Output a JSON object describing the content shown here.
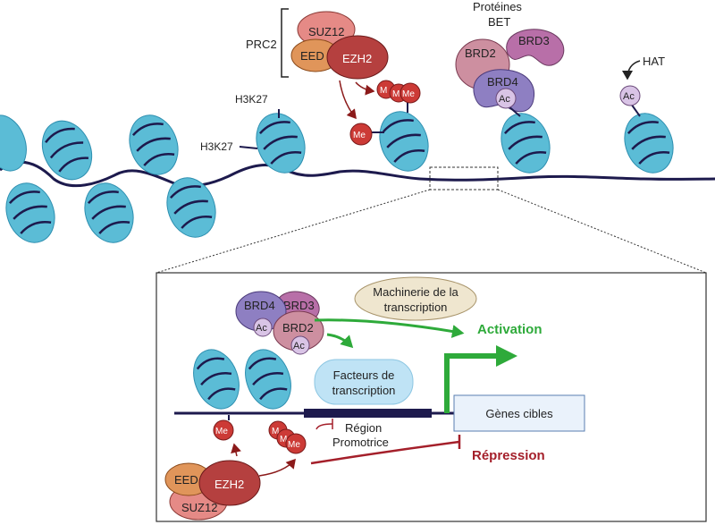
{
  "labels": {
    "prc2": "PRC2",
    "suz12": "SUZ12",
    "eed": "EED",
    "ezh2": "EZH2",
    "proteines": "Protéines",
    "bet": "BET",
    "brd2": "BRD2",
    "brd3": "BRD3",
    "brd4": "BRD4",
    "ac": "Ac",
    "me": "Me",
    "me_short": "M",
    "hat": "HAT",
    "h3k27": "H3K27"
  },
  "inset": {
    "machinerie_line1": "Machinerie de la",
    "machinerie_line2": "transcription",
    "activation": "Activation",
    "facteurs_line1": "Facteurs de",
    "facteurs_line2": "transcription",
    "genes_cibles": "Gènes cibles",
    "region_line1": "Région",
    "region_line2": "Promotrice",
    "repression": "Répression"
  },
  "colors": {
    "nucleosome": "#5bbcd6",
    "nucleosome_dark": "#2e8fb0",
    "dna": "#1d1a4d",
    "suz12": "#e58a86",
    "eed": "#e0955a",
    "ezh2": "#b5403f",
    "me": "#cc3a36",
    "brd2": "#cd8fa0",
    "brd3": "#b86fa8",
    "brd4": "#8e7fc2",
    "ac": "#d9c4e6",
    "activation": "#2eaa3a",
    "repression": "#a41f2a",
    "arrow_dark_red": "#8b1a1a",
    "machinerie_bg": "#efe6cf",
    "facteurs_bg": "#bfe3f5"
  }
}
